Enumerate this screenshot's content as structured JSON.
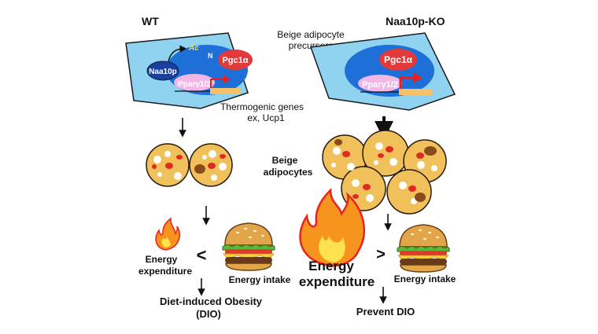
{
  "labels": {
    "wt": "WT",
    "ko": "Naa10p-KO",
    "precursors_line1": "Beige adipocyte",
    "precursors_line2": "precursors",
    "naa10p": "Naa10p",
    "ac": "Ac",
    "n_terminus": "N",
    "pgc1a": "Pgc1α",
    "ppary": "Pparγ1/2",
    "thermogenic_line1": "Thermogenic genes",
    "thermogenic_line2": "ex, Ucp1",
    "beige_line1": "Beige",
    "beige_line2": "adipocytes",
    "energy_expenditure_line1": "Energy",
    "energy_expenditure_line2": "expenditure",
    "energy_intake": "Energy intake",
    "less_than": "<",
    "greater_than": ">",
    "dio_line1": "Diet-induced Obesity",
    "dio_line2": "(DIO)",
    "prevent_dio": "Prevent DIO"
  },
  "colors": {
    "cell_fill": "#8fd3f0",
    "nucleus": "#1f6fd8",
    "naa10p": "#1a3f9c",
    "pgc1a": "#e23a3a",
    "ppary": "#f2b7e6",
    "gene_bar": "#f5c26b",
    "arrow_red": "#e8201c",
    "adipocyte": "#f0c15a",
    "droplet_red": "#e02a1f",
    "droplet_brown": "#8a4a1c",
    "fire_orange": "#f7941d",
    "fire_red": "#e52521",
    "fire_yellow": "#ffe24d"
  }
}
